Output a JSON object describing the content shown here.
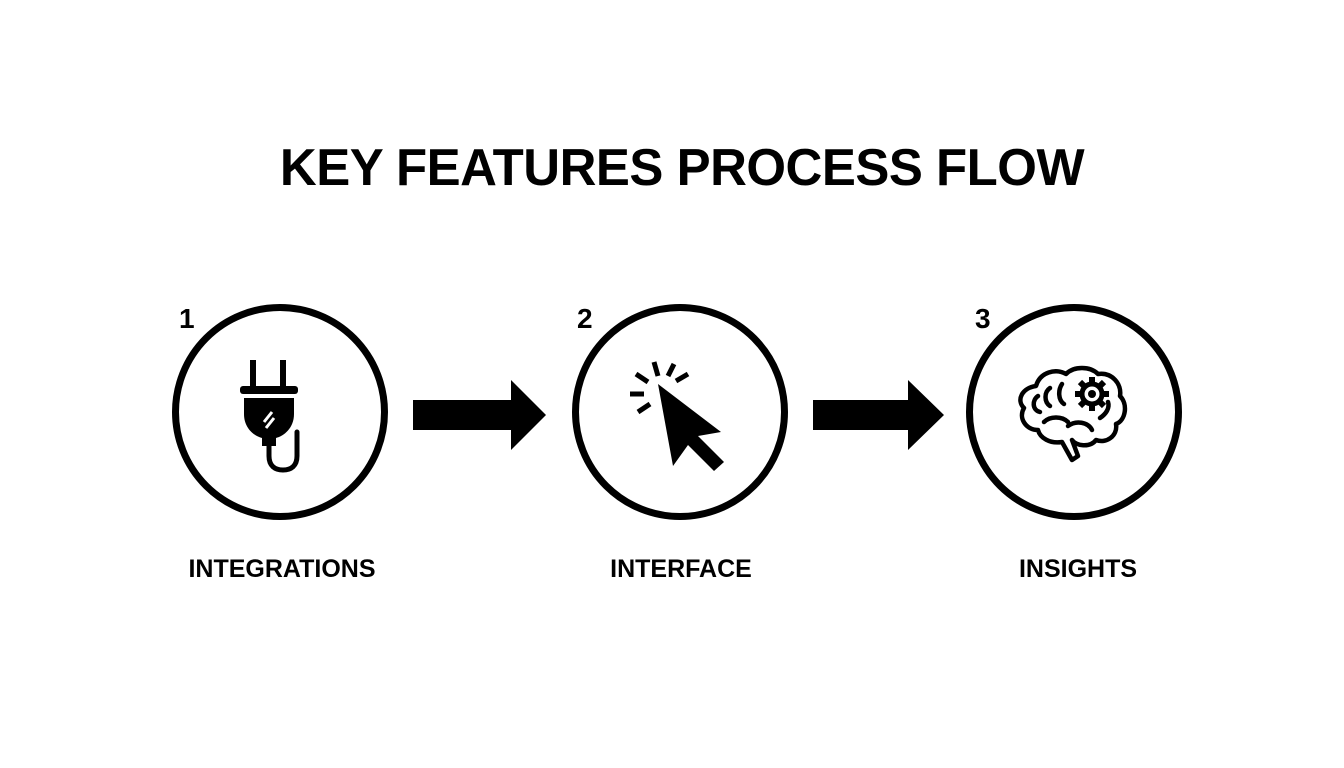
{
  "title": "KEY FEATURES PROCESS FLOW",
  "steps": [
    {
      "number": "1",
      "label": "INTEGRATIONS",
      "icon": "plug-icon"
    },
    {
      "number": "2",
      "label": "INTERFACE",
      "icon": "cursor-click-icon"
    },
    {
      "number": "3",
      "label": "INSIGHTS",
      "icon": "brain-gear-icon"
    }
  ],
  "connectors": [
    "arrow-right",
    "arrow-right"
  ],
  "colors": {
    "foreground": "#000000",
    "background": "#ffffff"
  }
}
